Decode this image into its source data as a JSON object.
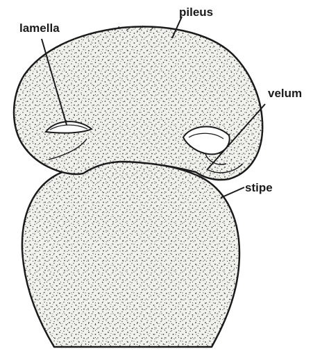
{
  "diagram": {
    "labels": {
      "lamella": "lamella",
      "pileus": "pileus",
      "velum": "velum",
      "stipe": "stipe"
    },
    "colors": {
      "ink": "#1a1a1a",
      "paper": "#ffffff",
      "body_fill": "#f1f1ee"
    }
  }
}
